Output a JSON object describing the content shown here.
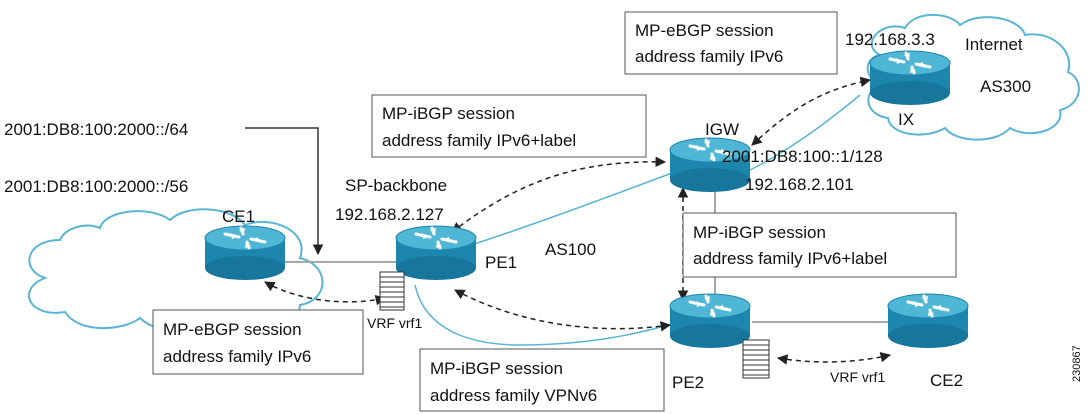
{
  "colors": {
    "router_top": "#4fb6d6",
    "router_body": "#1d86ad",
    "router_shadow": "#0f6388",
    "cloud_stroke": "#5ab4d6",
    "line": "#a8a8a8",
    "line_dark": "#333333",
    "box_stroke": "#555555"
  },
  "routers": {
    "ce1": "CE1",
    "pe1": "PE1",
    "pe2": "PE2",
    "ce2": "CE2",
    "igw": "IGW",
    "ix": "IX"
  },
  "labels": {
    "prefix64": "2001:DB8:100:2000::/64",
    "prefix56": "2001:DB8:100:2000::/56",
    "sp_backbone": "SP-backbone",
    "pe1_ip": "192.168.2.127",
    "as100": "AS100",
    "igw_v6": "2001:DB8:100::1/128",
    "igw_ip": "192.168.2.101",
    "ix_ip": "192.168.3.3",
    "internet": "Internet",
    "as300": "AS300",
    "vrf_pe1": "VRF vrf1",
    "vrf_pe2": "VRF vrf1",
    "figure_id": "230867"
  },
  "boxes": {
    "ebgp_top": [
      "MP-eBGP session",
      "address family IPv6"
    ],
    "ibgp_label_top": [
      "MP-iBGP session",
      "address family IPv6+label"
    ],
    "ibgp_label_right": [
      "MP-iBGP session",
      "address family IPv6+label"
    ],
    "ebgp_left": [
      "MP-eBGP session",
      "address family IPv6"
    ],
    "ibgp_vpn": [
      "MP-iBGP session",
      "address family VPNv6"
    ]
  }
}
